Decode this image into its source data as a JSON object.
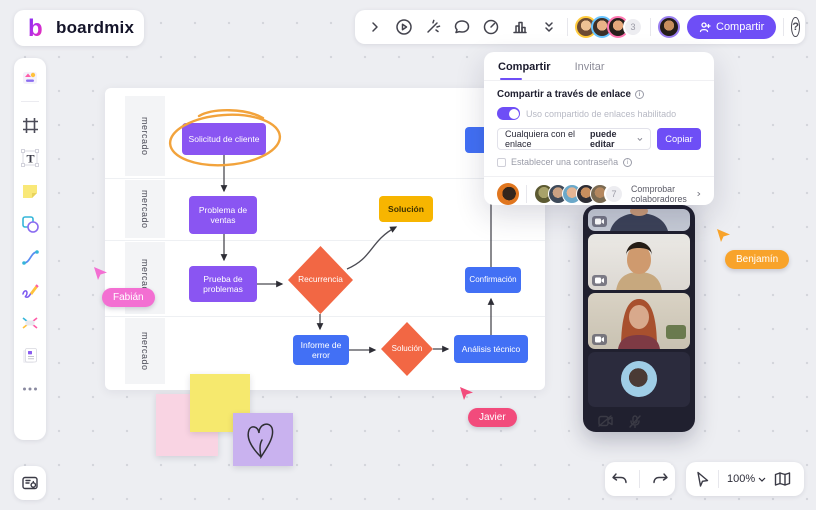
{
  "app": {
    "logo_text": "boardmix",
    "help_label": "?"
  },
  "toolbar": {
    "icons": [
      "chevron-right",
      "play-presentation",
      "laser-pointer",
      "comment",
      "timer",
      "chart-stats",
      "collapse-double-chevron"
    ],
    "collaborator_overflow_count": "3",
    "share_button": "Compartir"
  },
  "sidebar": {
    "tools": [
      "templates",
      "frame",
      "text",
      "sticky-note",
      "shapes",
      "connector",
      "draw-pen",
      "mind-map",
      "cards",
      "more"
    ],
    "bottom_tool": "board-settings"
  },
  "share_dialog": {
    "tab_compartir": "Compartir",
    "tab_invitar": "Invitar",
    "section_title": "Compartir a través de enlace",
    "toggle_label": "Uso compartido de enlaces habilitado",
    "permission_text": "Cualquiera con el enlace",
    "permission_bold": "puede editar",
    "copy_button": "Copiar",
    "password_label": "Establecer una contraseña",
    "collaborator_count": "7",
    "collaborators_link": "Comprobar colaboradores"
  },
  "canvas": {
    "lanes": [
      "mercado",
      "mercado",
      "mercado",
      "mercado"
    ],
    "nodes": {
      "solicitud": "Solicitud de cliente",
      "problema": "Problema de ventas",
      "solucion_caja": "Solución",
      "prueba": "Prueba de problemas",
      "recurrencia": "Recurrencia",
      "confirmacion": "Confirmación",
      "informe": "Informe de error",
      "solucion_rombo": "Solución",
      "analisis": "Análisis técnico"
    }
  },
  "cursors": {
    "fabian": {
      "name": "Fabián",
      "color": "#f36fd2"
    },
    "javier": {
      "name": "Javier",
      "color": "#f24b7c"
    },
    "benjamin": {
      "name": "Benjamín",
      "color": "#f8a32a"
    }
  },
  "video_panel": {
    "participants": [
      "participant-1",
      "participant-2",
      "participant-3",
      "participant-4"
    ],
    "controls": [
      "camera-off",
      "mic-off"
    ]
  },
  "footer": {
    "zoom_level": "100%"
  },
  "colors": {
    "accent": "#6e4ef6",
    "node_purple": "#8a55f2",
    "node_blue": "#4270f5",
    "node_orange": "#f26744",
    "node_yellow": "#f7b500"
  }
}
